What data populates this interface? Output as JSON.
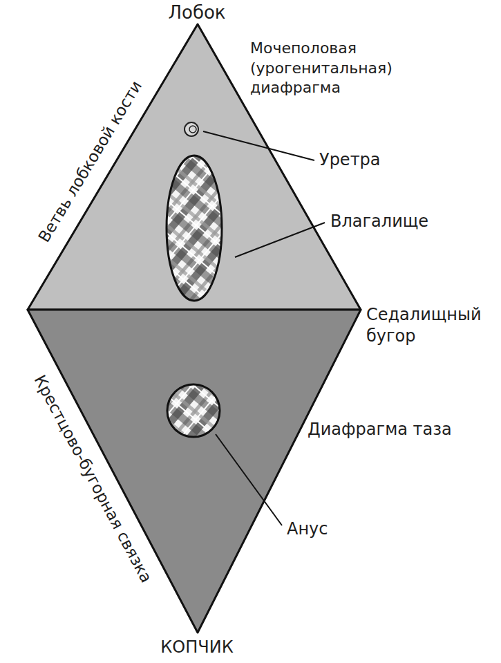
{
  "diagram": {
    "labels": [
      "Лобок",
      "Мочеполовая (урогенитальная) диафрагма",
      "Уретра",
      "Влагалище",
      "Ветвь лобковой кости",
      "Седалищный бугор",
      "Диафрагма таза",
      "Крестцово-бугорная связка",
      "Анус",
      "КОПЧИК"
    ]
  }
}
